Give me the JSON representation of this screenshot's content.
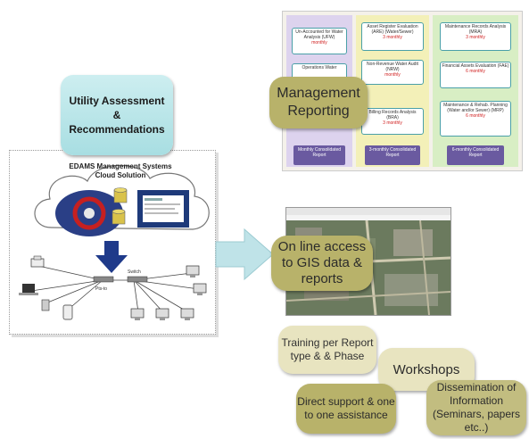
{
  "left": {
    "assessment_label": "Utility Assessment & Recommendations",
    "cloud_title": "EDAMS Management Systems Cloud Solution",
    "node_labels": [
      "Pts-to",
      "Switch"
    ]
  },
  "report": {
    "col_a": [
      {
        "title": "Un-Accounted for Water Analysis (UFW)",
        "freq": "monthly"
      },
      {
        "title": "Operations Water",
        "freq": ""
      }
    ],
    "col_b": [
      {
        "title": "Asset Register Evaluation (ARE) (Water/Sewer)",
        "freq": "3 monthly"
      },
      {
        "title": "Non-Revenue Water Audit (NRW)",
        "freq": "monthly"
      },
      {
        "title": "Billing Records Analysis (BRA)",
        "freq": "3 monthly"
      }
    ],
    "col_c": [
      {
        "title": "Maintenance Records Analysis (MRA)",
        "freq": "3 monthly"
      },
      {
        "title": "Financial Assets Evaluation (FAE)",
        "freq": "6 monthly"
      },
      {
        "title": "Maintenance & Rehab. Planning (Water and/or Sewer) (MRP)",
        "freq": "6 monthly"
      }
    ],
    "footers": [
      "Monthly Consolidated Report",
      "3-monthly Consolidated Report",
      "6-monthly Consolidated Report"
    ]
  },
  "bubbles": {
    "management": "Management Reporting",
    "gis": "On line access to GIS data & reports",
    "training": "Training per Report type & & Phase",
    "workshops": "Workshops",
    "direct": "Direct support & one to one assistance",
    "dissemination": "Dissemination of Information (Seminars, papers etc..)"
  },
  "colors": {
    "olive": "#b8b26a",
    "teal_box": "#a8dee2",
    "arrow": "#bfe3e8"
  },
  "icons": [
    "cloud-icon",
    "database-icon",
    "arrow-down-icon",
    "computer-icon",
    "laptop-icon",
    "printer-icon",
    "phone-icon",
    "arrow-right-icon"
  ]
}
